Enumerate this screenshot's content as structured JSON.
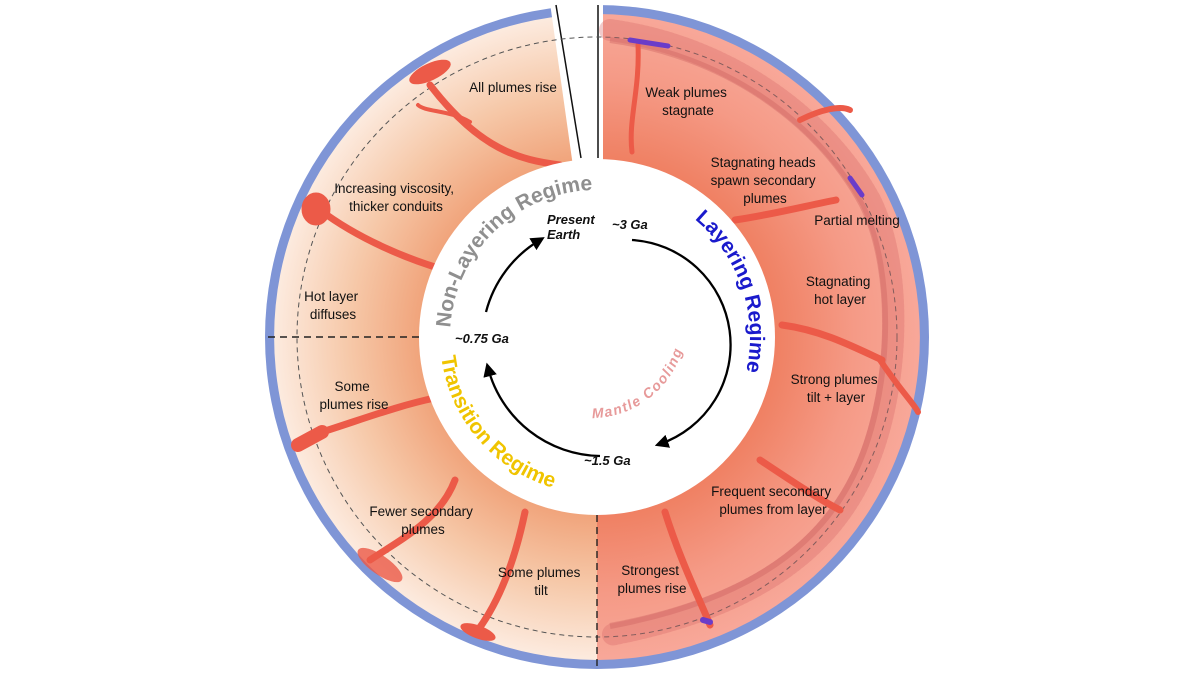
{
  "regimes": {
    "non_layering": "Non-Layering Regime",
    "layering": "Layering Regime",
    "transition": "Transition Regime"
  },
  "center": {
    "cooling": "Mantle Cooling",
    "ages": {
      "present": "Present",
      "earth": "Earth",
      "ga3": "~3 Ga",
      "ga15": "~1.5 Ga",
      "ga075": "~0.75 Ga"
    }
  },
  "labels": {
    "l1": [
      "Weak plumes",
      "stagnate"
    ],
    "l2": [
      "Stagnating heads",
      "spawn secondary",
      "plumes"
    ],
    "l3": [
      "Partial melting"
    ],
    "l4": [
      "Stagnating",
      "hot layer"
    ],
    "l5": [
      "Strong plumes",
      "tilt + layer"
    ],
    "l6": [
      "Frequent secondary",
      "plumes from layer"
    ],
    "l7": [
      "Strongest",
      "plumes rise"
    ],
    "l8": [
      "Some plumes",
      "tilt"
    ],
    "l9": [
      "Fewer secondary",
      "plumes"
    ],
    "l10": [
      "Some",
      "plumes rise"
    ],
    "l11": [
      "Hot layer",
      "diffuses"
    ],
    "l12": [
      "Increasing viscosity,",
      "thicker conduits"
    ],
    "l13": [
      "All plumes rise"
    ]
  },
  "colors": {
    "crust_blue": "#7f95d6",
    "layering_title": "#1a1acc",
    "non_layering_title": "#8f8f8f",
    "transition_title": "#f0c400",
    "plume": "#ec5a48",
    "melt": "#6a3cc9",
    "cooling_text": "#e79a9a"
  }
}
